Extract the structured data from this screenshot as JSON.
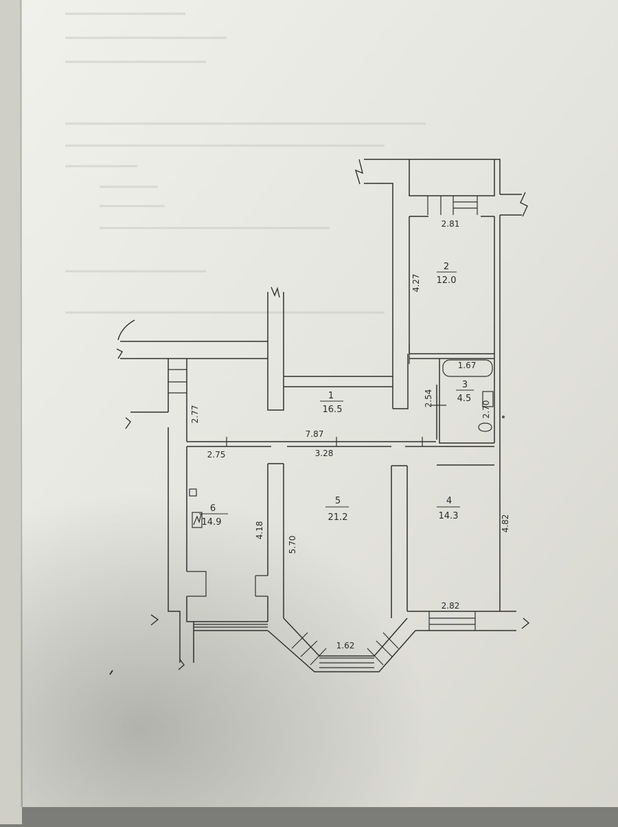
{
  "plan": {
    "rooms": [
      {
        "number": "1",
        "area": "16.5"
      },
      {
        "number": "2",
        "area": "12.0"
      },
      {
        "number": "3",
        "area": "4.5"
      },
      {
        "number": "4",
        "area": "14.3"
      },
      {
        "number": "5",
        "area": "21.2"
      },
      {
        "number": "6",
        "area": "14.9"
      }
    ],
    "dimensions": {
      "d281": "2.81",
      "d427": "4.27",
      "d167": "1.67",
      "d254": "2.54",
      "d270": "2.70",
      "d277": "2.77",
      "d787": "7.87",
      "d275": "2.75",
      "d328": "3.28",
      "d418": "4.18",
      "d570": "5.70",
      "d482": "4.82",
      "d282": "2.82",
      "d162": "1.62"
    }
  },
  "colors": {
    "paper": "#e9e9e4",
    "ink": "#2f2f2f",
    "shadow": "#7c7d78"
  }
}
